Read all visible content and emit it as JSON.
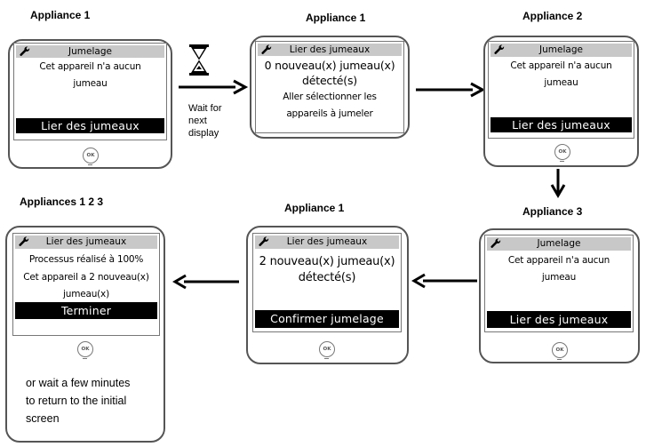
{
  "captions": {
    "a1": "Appliance 1",
    "a2": "Appliance 1",
    "a3": "Appliance 2",
    "a4": "Appliance 3",
    "a5": "Appliance 1",
    "a6": "Appliances 1 2 3"
  },
  "screen1": {
    "title": "Jumelage",
    "line1": "Cet appareil n'a aucun",
    "line2": "jumeau",
    "action": "Lier des jumeaux"
  },
  "screen2": {
    "title": "Lier des jumeaux",
    "line1": "0 nouveau(x) jumeau(x)",
    "line2": "détecté(s)",
    "line3": "Aller sélectionner les",
    "line4": "appareils à jumeler"
  },
  "screen3": {
    "title": "Jumelage",
    "line1": "Cet appareil n'a aucun",
    "line2": "jumeau",
    "action": "Lier des jumeaux"
  },
  "screen4": {
    "title": "Jumelage",
    "line1": "Cet appareil n'a aucun",
    "line2": "jumeau",
    "action": "Lier des jumeaux"
  },
  "screen5": {
    "title": "Lier des jumeaux",
    "line1": "2 nouveau(x) jumeau(x)",
    "line2": "détecté(s)",
    "action": "Confirmer jumelage"
  },
  "screen6": {
    "title": "Lier des jumeaux",
    "line1": "Processus réalisé à 100%",
    "line2": "Cet appareil a 2 nouveau(x)",
    "line3": "jumeau(x)",
    "action": "Terminer"
  },
  "ok_label": "OK",
  "wait_note": [
    "Wait for",
    "next",
    "display"
  ],
  "final_note": [
    "or wait a few minutes",
    "to return to the initial",
    "screen"
  ]
}
